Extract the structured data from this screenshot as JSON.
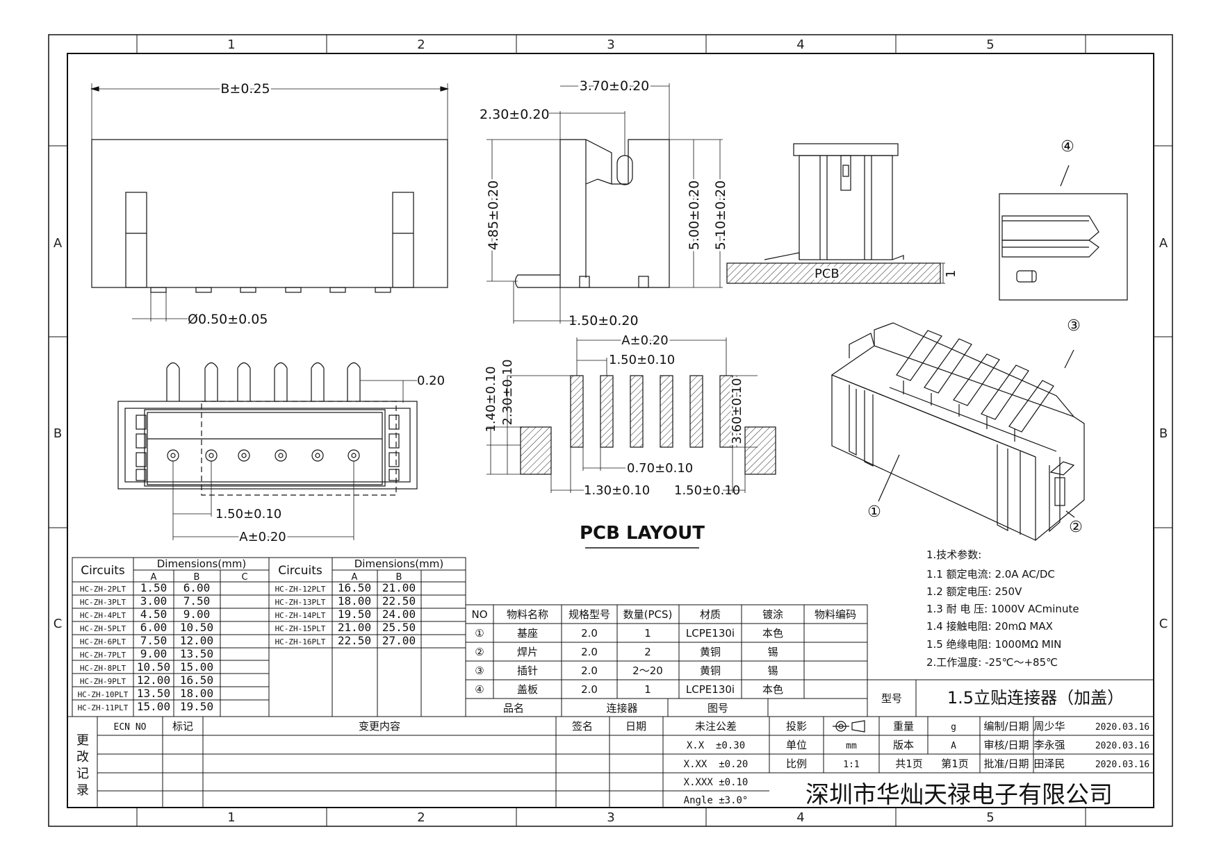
{
  "zones": {
    "cols": [
      "1",
      "2",
      "3",
      "4",
      "5"
    ],
    "rows": [
      "A",
      "B",
      "C"
    ]
  },
  "dims": {
    "b_total": "B±0.25",
    "pin_dia": "Ø0.50±0.05",
    "w370": "3.70±0.20",
    "h230": "2.30±0.20",
    "h485": "4.85±0.20",
    "h500": "5.00±0.20",
    "h510": "5.10±0.20",
    "w150_side": "1.50±0.20",
    "pcb_label": "PCB",
    "pcb_thick": "1",
    "pitch_bottom": "1.50±0.10",
    "a_bottom": "A±0.20",
    "d020": "0.20",
    "layout_a": "A±0.20",
    "layout_pitch": "1.50±0.10",
    "layout_140": "1.40±0.10",
    "layout_230": "2.30±0.10",
    "layout_360": "3.60±0.10",
    "layout_070": "0.70±0.10",
    "layout_130": "1.30±0.10",
    "layout_150": "1.50±0.10",
    "layout_title": "PCB LAYOUT"
  },
  "callouts": [
    "④",
    "③",
    "①",
    "②"
  ],
  "dim_table": {
    "h_circuits": "Circuits",
    "h_dims": "Dimensions(mm)",
    "h_a": "A",
    "h_b": "B",
    "h_c": "C",
    "left": [
      {
        "c": "HC-ZH-2PLT",
        "a": "1.50",
        "b": "6.00"
      },
      {
        "c": "HC-ZH-3PLT",
        "a": "3.00",
        "b": "7.50"
      },
      {
        "c": "HC-ZH-4PLT",
        "a": "4.50",
        "b": "9.00"
      },
      {
        "c": "HC-ZH-5PLT",
        "a": "6.00",
        "b": "10.50"
      },
      {
        "c": "HC-ZH-6PLT",
        "a": "7.50",
        "b": "12.00"
      },
      {
        "c": "HC-ZH-7PLT",
        "a": "9.00",
        "b": "13.50"
      },
      {
        "c": "HC-ZH-8PLT",
        "a": "10.50",
        "b": "15.00"
      },
      {
        "c": "HC-ZH-9PLT",
        "a": "12.00",
        "b": "16.50"
      },
      {
        "c": "HC-ZH-10PLT",
        "a": "13.50",
        "b": "18.00"
      },
      {
        "c": "HC-ZH-11PLT",
        "a": "15.00",
        "b": "19.50"
      }
    ],
    "right": [
      {
        "c": "HC-ZH-12PLT",
        "a": "16.50",
        "b": "21.00"
      },
      {
        "c": "HC-ZH-13PLT",
        "a": "18.00",
        "b": "22.50"
      },
      {
        "c": "HC-ZH-14PLT",
        "a": "19.50",
        "b": "24.00"
      },
      {
        "c": "HC-ZH-15PLT",
        "a": "21.00",
        "b": "25.50"
      },
      {
        "c": "HC-ZH-16PLT",
        "a": "22.50",
        "b": "27.00"
      }
    ]
  },
  "bom": {
    "headers": [
      "NO",
      "物料名称",
      "规格型号",
      "数量(PCS)",
      "材质",
      "镀涂",
      "物料编码"
    ],
    "rows": [
      [
        "①",
        "基座",
        "2.0",
        "1",
        "LCPE130i",
        "本色",
        ""
      ],
      [
        "②",
        "焊片",
        "2.0",
        "2",
        "黄铜",
        "锡",
        ""
      ],
      [
        "③",
        "插针",
        "2.0",
        "2～20",
        "黄铜",
        "锡",
        ""
      ],
      [
        "④",
        "盖板",
        "2.0",
        "1",
        "LCPE130i",
        "本色",
        ""
      ]
    ],
    "name_label": "品名",
    "name_value": "连接器",
    "drawing_no_label": "图号"
  },
  "specs": [
    "1.技术参数:",
    "1.1 额定电流: 2.0A AC/DC",
    "1.2 额定电压: 250V",
    "1.3 耐 电 压: 1000V ACminute",
    "1.4 接触电阻: 20mΩ MAX",
    "1.5 绝缘电阻: 1000MΩ MIN",
    "2.工作温度: -25℃～+85℃"
  ],
  "title_block": {
    "model_label": "型号",
    "model_value": "1.5立贴连接器（加盖）",
    "rev_side": "更改记录",
    "ecn_no": "ECN NO",
    "mark": "标记",
    "change": "变更内容",
    "sign": "签名",
    "date": "日期",
    "tol_head": "未注公差",
    "tol1": "X.X  ±0.30",
    "tol2": "X.XX  ±0.20",
    "tol3": "X.XXX ±0.10",
    "tol4": "Angle ±3.0°",
    "proj": "投影",
    "unit": "单位",
    "unit_v": "mm",
    "scale": "比例",
    "scale_v": "1:1",
    "weight": "重量",
    "weight_v": "g",
    "version": "版本",
    "version_v": "A",
    "pages": "共1页",
    "page": "第1页",
    "r1_role": "编制/日期",
    "r1_name": "周少华",
    "r1_date": "2020.03.16",
    "r2_role": "审核/日期",
    "r2_name": "李永强",
    "r2_date": "2020.03.16",
    "r3_role": "批准/日期",
    "r3_name": "田泽民",
    "r3_date": "2020.03.16",
    "company": "深圳市华灿天禄电子有限公司"
  }
}
